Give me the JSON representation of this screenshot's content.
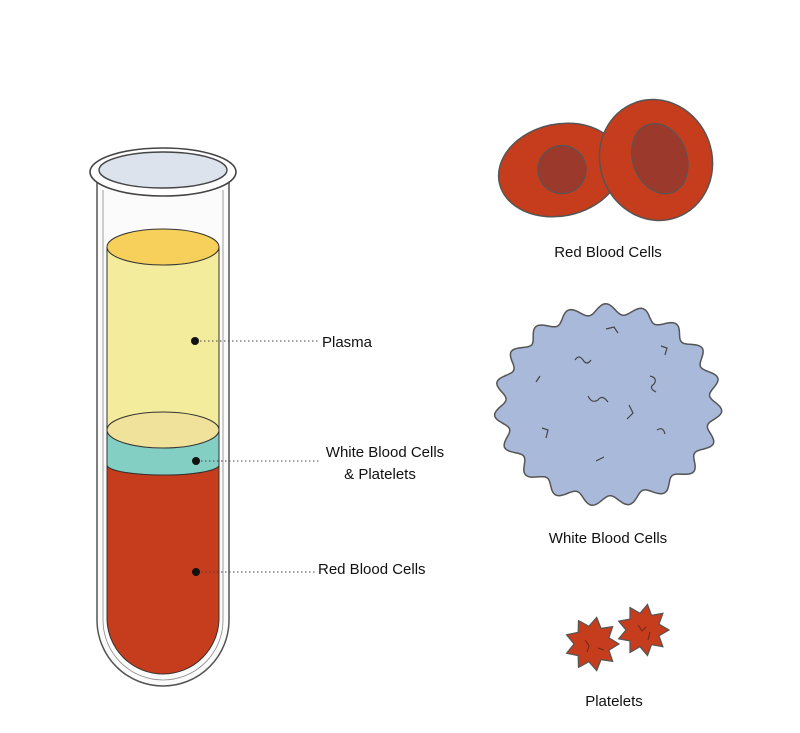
{
  "tube_labels": {
    "plasma": "Plasma",
    "wbc_line1": "White Blood Cells",
    "wbc_line2": "& Platelets",
    "rbc": "Red Blood Cells"
  },
  "cell_captions": {
    "red_blood_cells": "Red Blood Cells",
    "white_blood_cells": "White Blood Cells",
    "platelets": "Platelets"
  },
  "colors": {
    "plasma": "#f2ec9c",
    "plasma_top": "#f6d05a",
    "buffy_coat": "#83cfc4",
    "red_cells": "#c53d1c",
    "white_cell": "#a9b9da",
    "outline": "#444444"
  }
}
